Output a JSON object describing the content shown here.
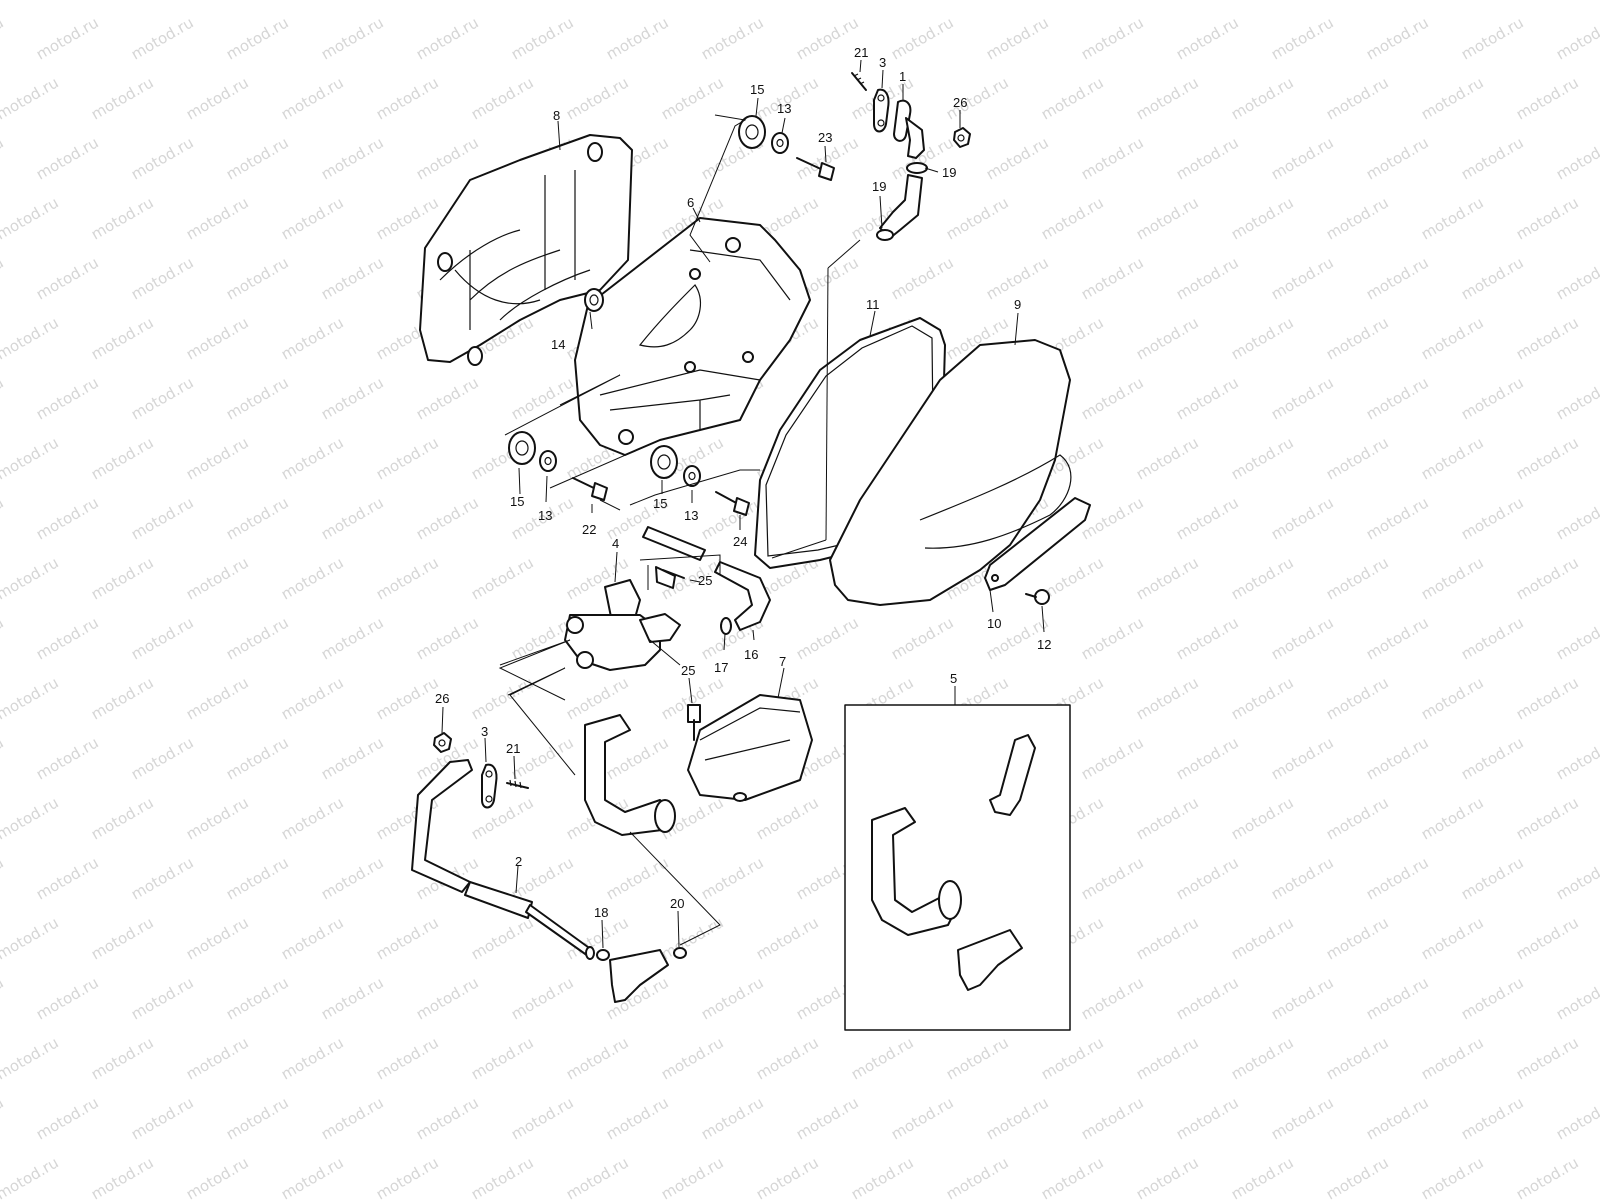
{
  "watermark": "motod.ru",
  "callouts": [
    {
      "id": "c21a",
      "text": "21"
    },
    {
      "id": "c3a",
      "text": "3"
    },
    {
      "id": "c1",
      "text": "1"
    },
    {
      "id": "c26a",
      "text": "26"
    },
    {
      "id": "c15a",
      "text": "15"
    },
    {
      "id": "c13a",
      "text": "13"
    },
    {
      "id": "c23",
      "text": "23"
    },
    {
      "id": "c19a",
      "text": "19"
    },
    {
      "id": "c19b",
      "text": "19"
    },
    {
      "id": "c8",
      "text": "8"
    },
    {
      "id": "c6",
      "text": "6"
    },
    {
      "id": "c14",
      "text": "14"
    },
    {
      "id": "c11",
      "text": "11"
    },
    {
      "id": "c9",
      "text": "9"
    },
    {
      "id": "c15b",
      "text": "15"
    },
    {
      "id": "c13b",
      "text": "13"
    },
    {
      "id": "c22",
      "text": "22"
    },
    {
      "id": "c15c",
      "text": "15"
    },
    {
      "id": "c13c",
      "text": "13"
    },
    {
      "id": "c24",
      "text": "24"
    },
    {
      "id": "c4",
      "text": "4"
    },
    {
      "id": "c25a",
      "text": "25"
    },
    {
      "id": "c17",
      "text": "17"
    },
    {
      "id": "c16",
      "text": "16"
    },
    {
      "id": "c10",
      "text": "10"
    },
    {
      "id": "c12",
      "text": "12"
    },
    {
      "id": "c5",
      "text": "5"
    },
    {
      "id": "c25b",
      "text": "25"
    },
    {
      "id": "c7",
      "text": "7"
    },
    {
      "id": "c26b",
      "text": "26"
    },
    {
      "id": "c3b",
      "text": "3"
    },
    {
      "id": "c21b",
      "text": "21"
    },
    {
      "id": "c2",
      "text": "2"
    },
    {
      "id": "c18",
      "text": "18"
    },
    {
      "id": "c20",
      "text": "20"
    }
  ]
}
